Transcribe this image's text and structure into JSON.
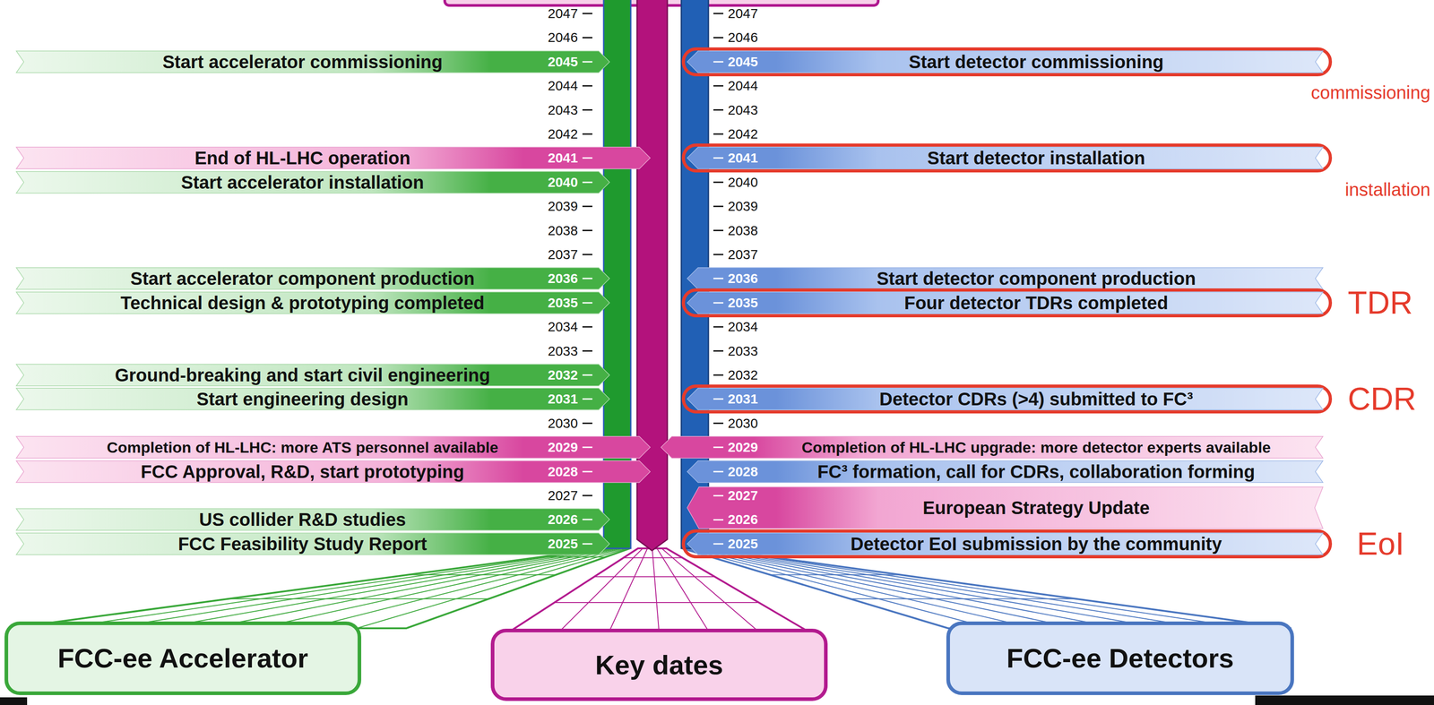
{
  "diagram": {
    "nodes": [
      {
        "text": [
          "Start accelerator commissioning",
          "2045"
        ]
      },
      {
        "text": [
          "End of HL-LHC operation",
          "2041"
        ]
      },
      {
        "text": [
          "Start accelerator installation",
          "2040"
        ]
      },
      {
        "text": [
          "Start accelerator component production",
          "2036"
        ]
      },
      {
        "text": [
          "Technical design & prototyping completed",
          "2035"
        ]
      },
      {
        "text": [
          "Ground-breaking and start civil engineering",
          "2032"
        ]
      },
      {
        "text": [
          "Start engineering design",
          "2031"
        ]
      },
      {
        "text": [
          "Completion of HL-LHC: more ATS personnel available",
          "2029"
        ]
      },
      {
        "text": [
          "FCC Approval, R&D, start prototyping",
          "2028"
        ]
      },
      {
        "text": [
          "US collider R&D studies",
          "2026"
        ]
      },
      {
        "text": [
          "FCC Feasibility Study Report",
          "2025"
        ]
      },
      {
        "text": [
          "commissioning"
        ]
      },
      {
        "text": [
          "Start detector commissioning",
          "2045"
        ],
        "in": 11
      },
      {
        "text": [
          "installation"
        ]
      },
      {
        "text": [
          "Start detector installation",
          "2041"
        ],
        "in": 13
      },
      {
        "text": [
          "Start detector component production",
          "2036"
        ]
      },
      {
        "text": [
          "TDR"
        ]
      },
      {
        "text": [
          "Four detector TDRs completed",
          "2035"
        ],
        "in": 16
      },
      {
        "text": [
          "CDR"
        ]
      },
      {
        "text": [
          "Detector CDRs (>4) submitted to FC³",
          "2031"
        ],
        "in": 18
      },
      {
        "text": [
          "Completion of HL-LHC upgrade: more detector experts available",
          "2029"
        ]
      },
      {
        "text": [
          "FC³ formation, call for CDRs, collaboration forming",
          "2028"
        ]
      },
      {
        "text": [
          "European Strategy Update",
          "2027",
          "2026"
        ]
      },
      {
        "text": [
          "EoI"
        ]
      },
      {
        "text": [
          "Detector EoI submission by the community",
          "2025"
        ],
        "in": 23
      },
      {
        "text": [
          "FCC-ee Accelerator"
        ]
      },
      {
        "text": [
          "Key dates"
        ]
      },
      {
        "text": [
          "FCC-ee Detectors"
        ]
      }
    ],
    "labels": [
      "2047",
      "2046",
      "2044",
      "2043",
      "2042",
      "2039",
      "2038",
      "2037",
      "2034",
      "2033",
      "2030",
      "2027",
      "2047",
      "2046",
      "2044",
      "2043",
      "2042",
      "2040",
      "2039",
      "2038",
      "2037",
      "2034",
      "2033",
      "2032",
      "2030"
    ]
  }
}
